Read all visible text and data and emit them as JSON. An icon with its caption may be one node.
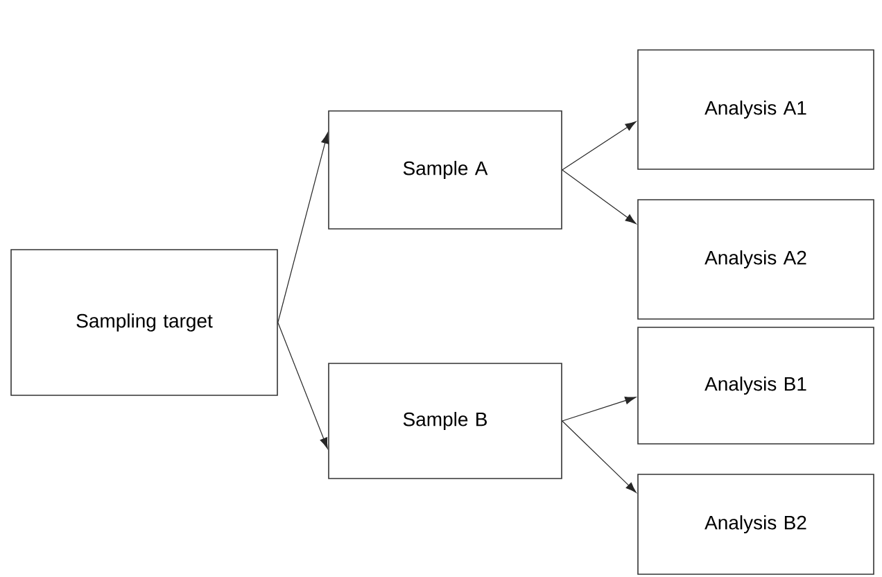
{
  "diagram": {
    "nodes": [
      {
        "text": [
          "Sampling target"
        ]
      },
      {
        "text": [
          "Sample A"
        ]
      },
      {
        "text": [
          "Sample B"
        ]
      },
      {
        "text": [
          "Analysis A1"
        ]
      },
      {
        "text": [
          "Analysis A2"
        ]
      },
      {
        "text": [
          "Analysis B1"
        ]
      },
      {
        "text": [
          "Analysis B2"
        ]
      }
    ],
    "edges": [
      {
        "from": 0,
        "to": 1,
        "arrow": "to"
      },
      {
        "from": 0,
        "to": 2,
        "arrow": "to"
      },
      {
        "from": 1,
        "to": 3,
        "arrow": "to"
      },
      {
        "from": 1,
        "to": 4,
        "arrow": "to"
      },
      {
        "from": 2,
        "to": 5,
        "arrow": "to"
      },
      {
        "from": 2,
        "to": 6,
        "arrow": "to"
      }
    ]
  }
}
